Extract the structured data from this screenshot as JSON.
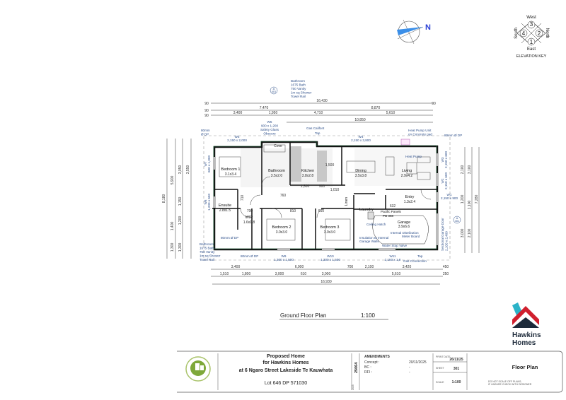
{
  "elevation_key": {
    "west": "West",
    "east": "East",
    "north": "North",
    "south": "South",
    "n1": "1",
    "n2": "2",
    "n3": "3",
    "n4": "4",
    "label": "ELEVATION KEY"
  },
  "north_arrow": {
    "label": "N",
    "color": "#3b8fe8"
  },
  "section_markers": {
    "letter": "A",
    "sheet": "401"
  },
  "rooms": [
    {
      "name": "Bedroom 1",
      "size": "3.1x3.4"
    },
    {
      "name": "Bathroom",
      "size": "3.5x2.0"
    },
    {
      "name": "Kitchen",
      "size": "3.8x2.8"
    },
    {
      "name": "Dining",
      "size": "3.5x3.8"
    },
    {
      "name": "Living",
      "size": "2.9x4.2"
    },
    {
      "name": "Entry",
      "size": "1.3x2.4"
    },
    {
      "name": "Ensuite",
      "size": "2.8x1.5"
    },
    {
      "name": "WIR",
      "size": "1.6x1.8"
    },
    {
      "name": "Bedroom 2",
      "size": "3.0x3.0"
    },
    {
      "name": "Bedroom 3",
      "size": "3.0x3.0"
    },
    {
      "name": "Laundry",
      "size": ""
    },
    {
      "name": "Garage",
      "size": "3.9x6.6"
    },
    {
      "name": "Cove",
      "size": ""
    },
    {
      "name": "Linen",
      "size": ""
    }
  ],
  "notes": {
    "bathroom_top": [
      "Bathroom",
      "1675 Bath",
      "750 Vanity",
      "1m sq Shower",
      "Towel Rail"
    ],
    "bathroom_bottom": [
      "Bathroom",
      "1675 Bath",
      "750 Vanity",
      "1m sq Shower",
      "Towel Rail"
    ],
    "w5": [
      "W5",
      "900 x 1,200",
      "Safety Glass",
      "Obscure"
    ],
    "gas_califont": "Gas Califont",
    "tap_top": "Tap",
    "heat_pump_unit": [
      "Heat Pump Unit",
      "on Concrete pad"
    ],
    "heat_pump": "Heat Pump",
    "dp_top_left": [
      "80mm",
      "Ø DP"
    ],
    "dp_top_right": "80mm Ø DP",
    "dp_left": "80mm Ø DP",
    "dp_bottom": "80mm Ø DP",
    "pacific_panel": "Pacific Panels",
    "pacific_panel_size": "PB 358",
    "ceiling_hatch": "Ceiling Hatch",
    "distribution_board": [
      "Internal Distribution",
      "Meter Board"
    ],
    "insulation": [
      "Insulation to Internal",
      "Garage Walls"
    ],
    "water_stop_valve": "Water Stop Valve",
    "tap_bottom": "Tap",
    "gas_connection": "Gas Connection",
    "garage_door": [
      "Sectional Garage Door",
      "2,100 x 2,400"
    ]
  },
  "windows": [
    {
      "id": "W5",
      "size": "2,150 x 2,000"
    },
    {
      "id": "W4",
      "size": "2,150 x 3,800"
    },
    {
      "id": "W9",
      "size": "1,300 x 1,500"
    },
    {
      "id": "W10",
      "size": "1,300 x 1,500"
    },
    {
      "id": "W11",
      "size": "2,150 x 1,8"
    },
    {
      "id": "W7",
      "size": "600 x 1,000"
    },
    {
      "id": "W8",
      "size": "1,200 x 600"
    },
    {
      "id": "W3",
      "size": "2,150 x 600"
    },
    {
      "id": "W2",
      "size": "2,150 x 600"
    },
    {
      "id": "W1",
      "size": "2,150 x 900"
    }
  ],
  "interior_dims": {
    "d1500": "1,500",
    "d1300": "1,300",
    "d900": "900",
    "d1010": "1,010",
    "d760": "760",
    "d810a": "810",
    "d810b": "810",
    "d710": "710",
    "d700": "700",
    "d632": "632"
  },
  "dimensions": {
    "top": {
      "overall": "16,430",
      "row2": [
        "7,470",
        "8,870"
      ],
      "row3": [
        "3,400",
        "1,950",
        "4,710",
        "5,610"
      ],
      "row4": "10,850",
      "wall": "90"
    },
    "bottom": {
      "row1": [
        "3,400",
        "6,000",
        "700",
        "2,100",
        "3,420"
      ],
      "row2": [
        "1,510",
        "1,800",
        "3,000",
        "610",
        "3,000",
        "5,610"
      ],
      "overall": "16,930",
      "end1": "450",
      "end2": "250"
    },
    "left": {
      "overall": "8,180",
      "b": [
        "5,900",
        "1,400",
        "1,300"
      ],
      "c": [
        "3,050",
        "1,150",
        "1,200",
        "1,300"
      ],
      "d": [
        "3,550"
      ]
    },
    "right": {
      "overall": "7,280",
      "a": [
        "2,100",
        "1,200",
        "3,000"
      ],
      "b": [
        "3,100",
        "1,100",
        "2,100"
      ]
    }
  },
  "drawing_title": {
    "name": "Ground Floor Plan",
    "scale": "1:100"
  },
  "brand": {
    "name_line1": "Hawkins",
    "name_line2": "Homes",
    "colors": {
      "teal": "#2bb3c8",
      "red": "#d0202e",
      "navy": "#1d2a3a"
    }
  },
  "title_block": {
    "project": [
      "Proposed Home",
      "for Hawkins Homes",
      "at 6 Ngaro Street Lakeside  Te Kauwhata"
    ],
    "lot": "Lot 646 DP 571030",
    "job_no": "25064",
    "copyright": "2025",
    "amendments_title": "AMENDMENTS",
    "amendments": [
      {
        "label": "Concept :",
        "value": "20/11/2025"
      },
      {
        "label": "BC :",
        "value": "-"
      },
      {
        "label": "RFI :",
        "value": "-"
      }
    ],
    "print_date_label": "PRINT DATE",
    "print_date": "26/11/25",
    "sheet_label": "SHEET",
    "sheet": "301",
    "scale_label": "SCALE",
    "scale": "1:100",
    "sheet_title": "Floor Plan",
    "disclaimer": [
      "DO NOT SCALE OFF PLANS,",
      "IF UNSURE CHECK WITH DESIGNER"
    ]
  }
}
